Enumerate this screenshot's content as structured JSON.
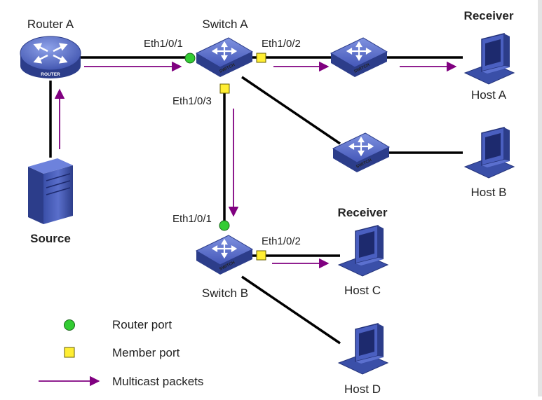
{
  "devices": {
    "router_a": "Router A",
    "router_badge": "ROUTER",
    "switch_a": "Switch A",
    "switch_b": "Switch B",
    "switch_badge": "SWITCH",
    "source": "Source",
    "host_a": "Host A",
    "host_b": "Host B",
    "host_c": "Host C",
    "host_d": "Host D",
    "receiver_a": "Receiver",
    "receiver_c": "Receiver"
  },
  "ports": {
    "switch_a_eth1": "Eth1/0/1",
    "switch_a_eth2": "Eth1/0/2",
    "switch_a_eth3": "Eth1/0/3",
    "switch_b_eth1": "Eth1/0/1",
    "switch_b_eth2": "Eth1/0/2"
  },
  "legend": {
    "router_port": "Router port",
    "member_port": "Member port",
    "multicast_packets": "Multicast packets"
  },
  "colors": {
    "router_port": "#33cc33",
    "member_port": "#ffee33",
    "multicast_arrow": "#800080",
    "device_blue": "#3a4fa8",
    "link": "#000000"
  }
}
